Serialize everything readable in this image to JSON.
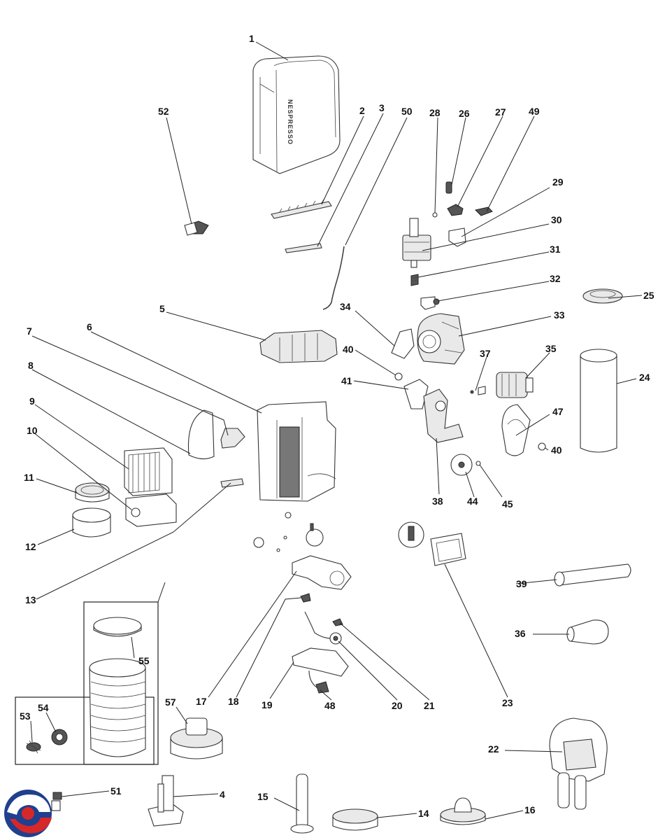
{
  "diagram": {
    "brand_text": "NESPRESSO",
    "parts": [
      "1",
      "2",
      "3",
      "4",
      "5",
      "6",
      "7",
      "8",
      "9",
      "10",
      "11",
      "12",
      "13",
      "14",
      "15",
      "16",
      "17",
      "18",
      "19",
      "20",
      "21",
      "22",
      "23",
      "24",
      "25",
      "26",
      "27",
      "28",
      "29",
      "30",
      "31",
      "32",
      "33",
      "34",
      "35",
      "36",
      "37",
      "38",
      "39",
      "40",
      "41",
      "44",
      "45",
      "47",
      "48",
      "49",
      "50",
      "51",
      "52",
      "53",
      "54",
      "55",
      "57"
    ],
    "duplicate_labels": {
      "part_40_second": "40"
    }
  }
}
